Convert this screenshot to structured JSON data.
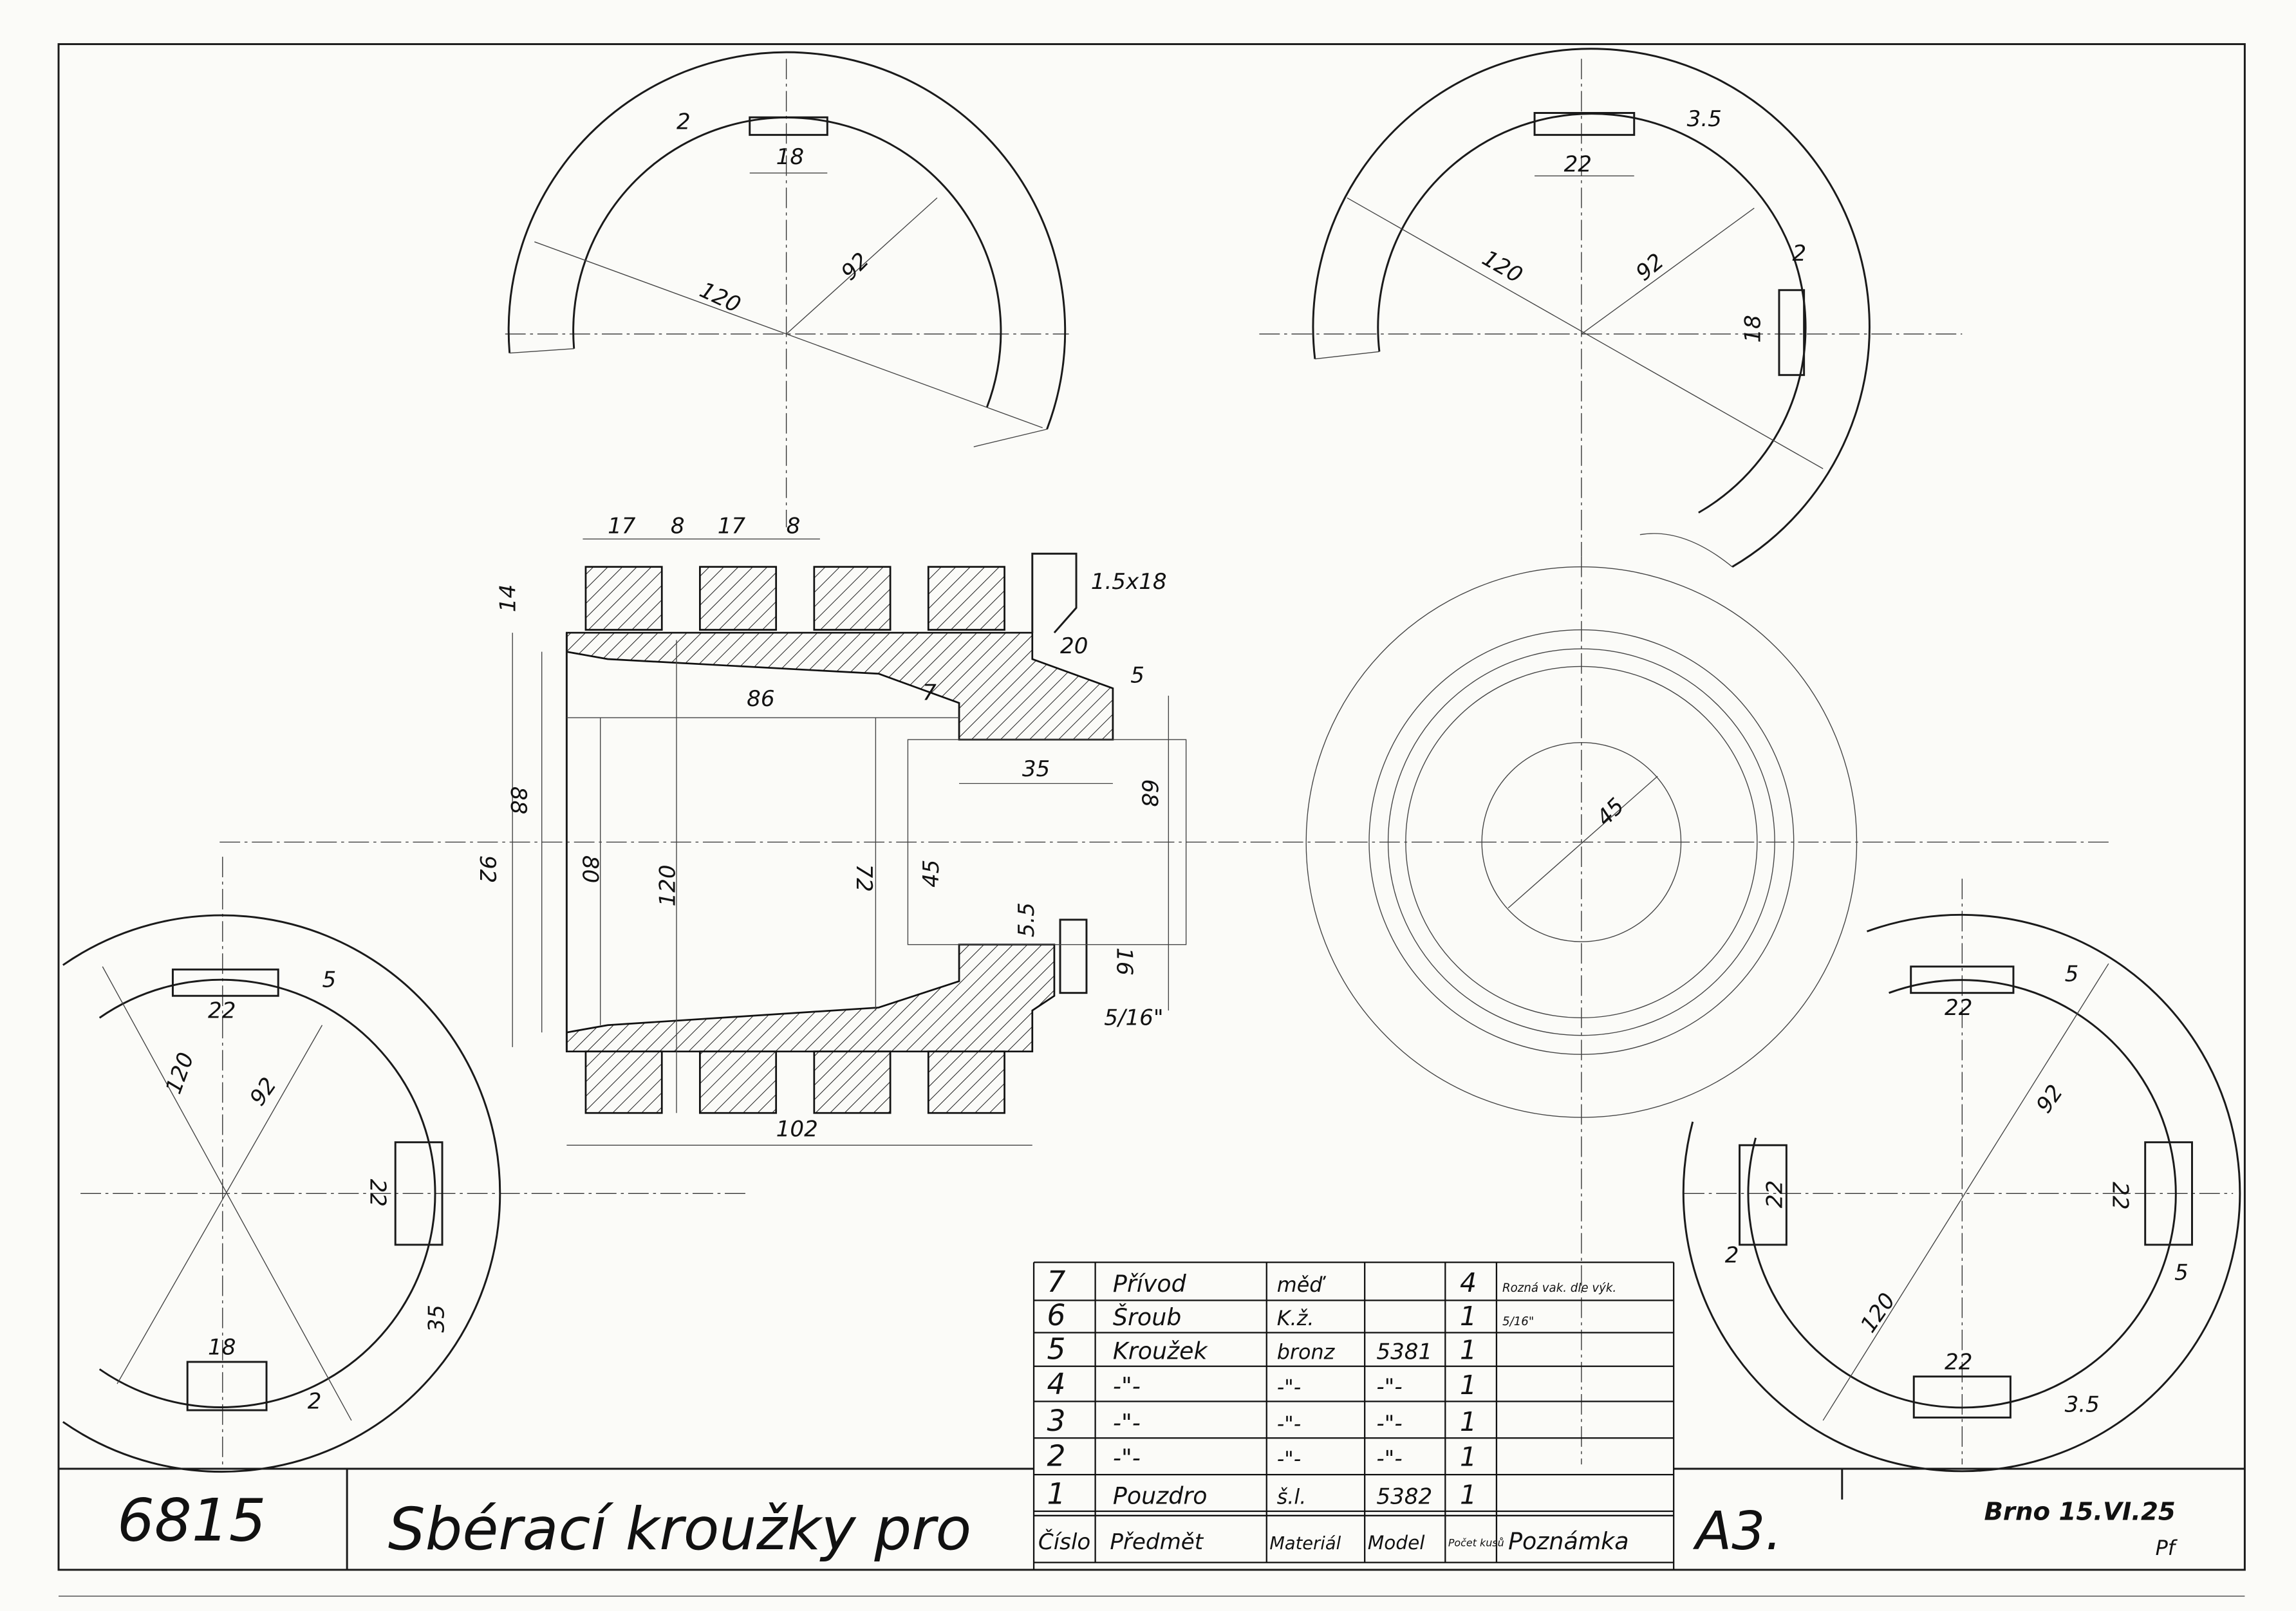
{
  "title_block": {
    "drawing_number": "6815",
    "title": "Sbérací kroužky pro",
    "format": "A3.",
    "place_date": "Brno 15.VI.25",
    "initials": "Pf"
  },
  "parts_table": {
    "headers": [
      "Číslo",
      "Předmět",
      "Materiál",
      "Model",
      "Počet kusů",
      "Poznámka"
    ],
    "rows": [
      [
        "7",
        "Přívod",
        "měď",
        "",
        "4",
        "Rozná vak. dle výk."
      ],
      [
        "6",
        "Šroub",
        "K.ž.",
        "",
        "1",
        "5/16\""
      ],
      [
        "5",
        "Kroužek",
        "bronz",
        "5381",
        "1",
        ""
      ],
      [
        "4",
        "-\"-",
        "-\"-",
        "-\"-",
        "1",
        ""
      ],
      [
        "3",
        "-\"-",
        "-\"-",
        "-\"-",
        "1",
        ""
      ],
      [
        "2",
        "-\"-",
        "-\"-",
        "-\"-",
        "1",
        ""
      ],
      [
        "1",
        "Pouzdro",
        "š.l.",
        "5382",
        "1",
        ""
      ]
    ]
  },
  "dims": {
    "top_left": [
      "2",
      "18",
      "92",
      "120"
    ],
    "top_right": [
      "3.5",
      "22",
      "120",
      "92",
      "2",
      "18"
    ],
    "section": [
      "17",
      "8",
      "17",
      "8",
      "14",
      "1.5x18",
      "20",
      "5",
      "86",
      "7",
      "35",
      "68",
      "88",
      "92",
      "80",
      "120",
      "72",
      "45",
      "5.5",
      "16",
      "5/16\"",
      "102"
    ],
    "front": [
      "45"
    ],
    "bottom_left": [
      "5",
      "22",
      "120",
      "92",
      "22",
      "35",
      "18",
      "2"
    ],
    "bottom_right": [
      "5",
      "22",
      "92",
      "22",
      "22",
      "2",
      "5",
      "120",
      "22",
      "3.5"
    ]
  }
}
